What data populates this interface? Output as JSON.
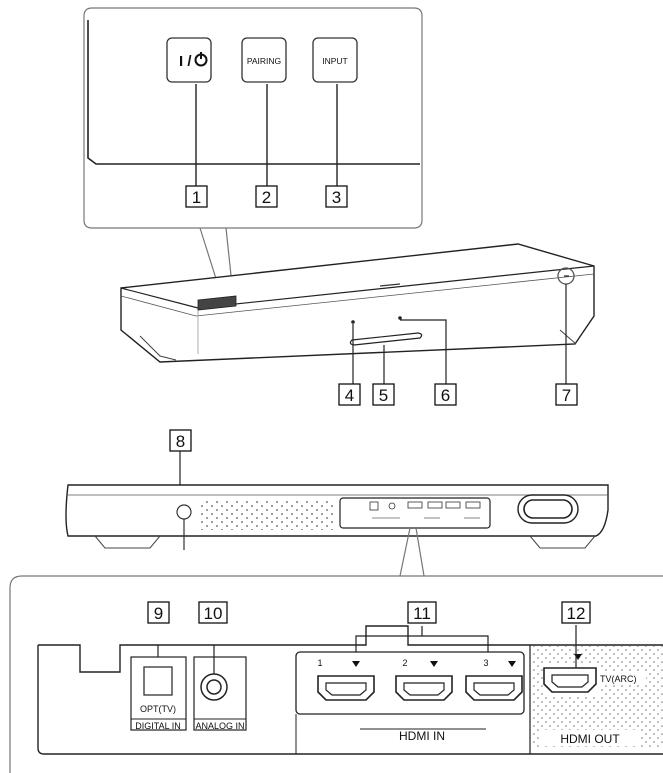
{
  "top_buttons": {
    "power": "I / ⏻",
    "pairing": "PAIRING",
    "input": "INPUT"
  },
  "callouts": [
    "1",
    "2",
    "3",
    "4",
    "5",
    "6",
    "7",
    "8",
    "9",
    "10",
    "11",
    "12"
  ],
  "rear_panel": {
    "opt_label": "OPT(TV)",
    "digital_in": "DIGITAL IN",
    "analog_in": "ANALOG IN",
    "hdmi_in": "HDMI IN",
    "hdmi_out": "HDMI OUT",
    "tv_arc": "TV(ARC)",
    "hdmi_port_numbers": [
      "1",
      "2",
      "3"
    ]
  },
  "icons": {
    "power": "power-icon",
    "arrow": "down-triangle-icon"
  }
}
